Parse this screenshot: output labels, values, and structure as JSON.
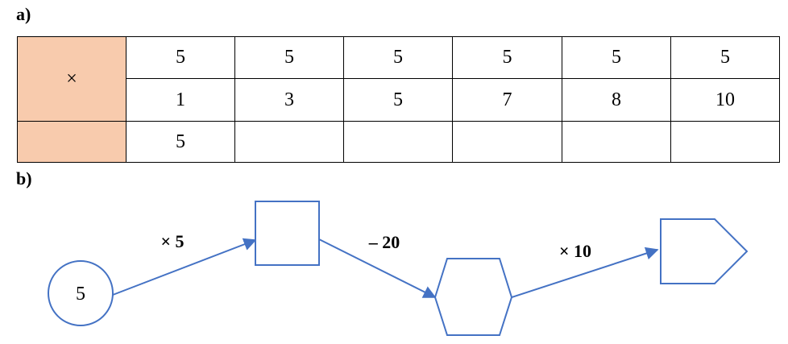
{
  "part_a": {
    "label": "a)",
    "operator": "×",
    "row_factor_a": [
      "5",
      "5",
      "5",
      "5",
      "5",
      "5"
    ],
    "row_factor_b": [
      "1",
      "3",
      "5",
      "7",
      "8",
      "10"
    ],
    "row_product": [
      "5",
      "",
      "",
      "",
      "",
      ""
    ],
    "operator_cell_color": "#f8cbad"
  },
  "part_b": {
    "label": "b)",
    "start_value": "5",
    "steps": [
      "× 5",
      "– 20",
      "× 10"
    ],
    "box_values": [
      "",
      "",
      ""
    ],
    "shapes": [
      "circle",
      "square",
      "hexagon",
      "pentagon-arrow"
    ],
    "stroke_color": "#4472c4"
  }
}
